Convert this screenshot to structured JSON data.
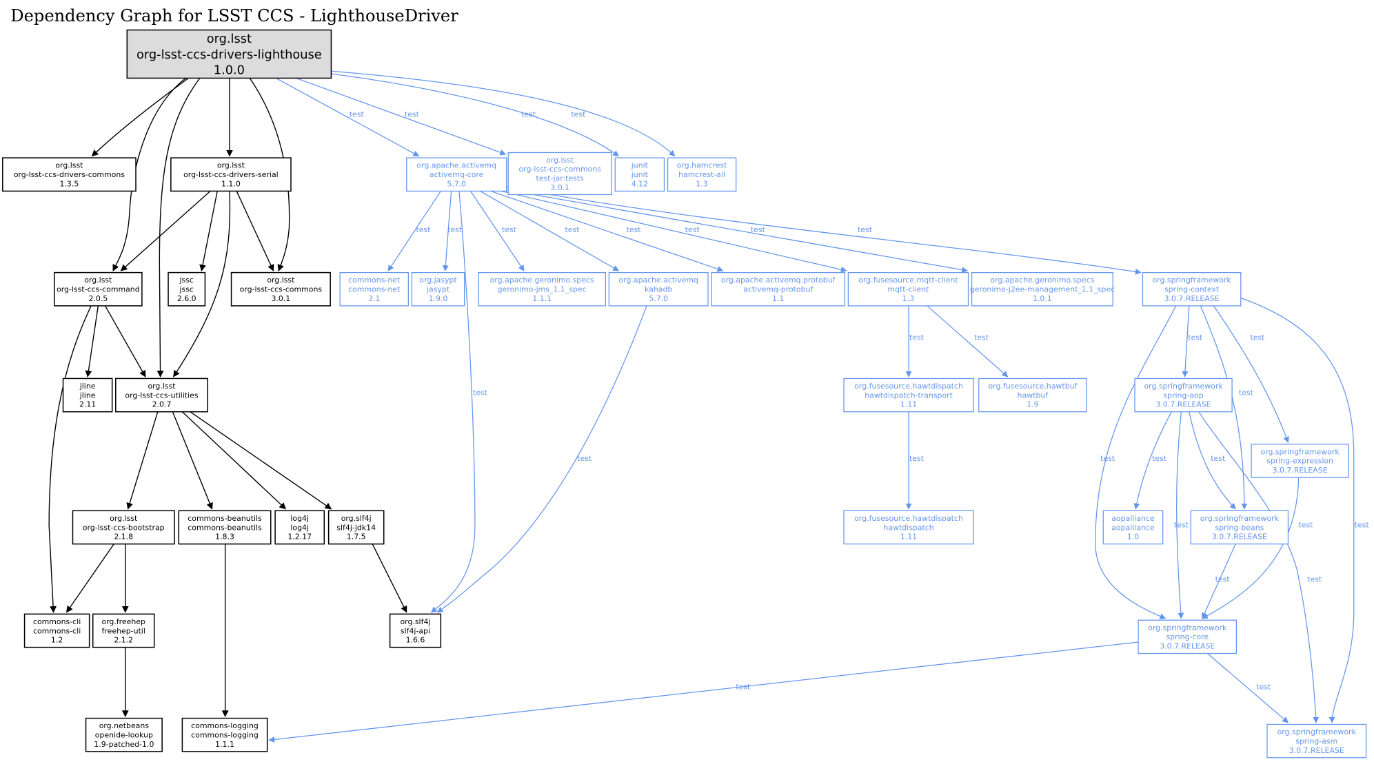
{
  "title": "Dependency Graph for LSST CCS - LighthouseDriver",
  "colors": {
    "compile": "#000000",
    "test": "#6495ed",
    "root_fill": "#dcdcdc"
  },
  "nodes": [
    {
      "id": "root",
      "lines": [
        "org.lsst",
        "org-lsst-ccs-drivers-lighthouse",
        "1.0.0"
      ],
      "scope": "root"
    },
    {
      "id": "drivers-commons",
      "lines": [
        "org.lsst",
        "org-lsst-ccs-drivers-commons",
        "1.3.5"
      ],
      "scope": "compile"
    },
    {
      "id": "drivers-serial",
      "lines": [
        "org.lsst",
        "org-lsst-ccs-drivers-serial",
        "1.1.0"
      ],
      "scope": "compile"
    },
    {
      "id": "ccs-command",
      "lines": [
        "org.lsst",
        "org-lsst-ccs-command",
        "2.0.5"
      ],
      "scope": "compile"
    },
    {
      "id": "jssc",
      "lines": [
        "jssc",
        "jssc",
        "2.6.0"
      ],
      "scope": "compile"
    },
    {
      "id": "ccs-commons",
      "lines": [
        "org.lsst",
        "org-lsst-ccs-commons",
        "3.0.1"
      ],
      "scope": "compile"
    },
    {
      "id": "jline",
      "lines": [
        "jline",
        "jline",
        "2.11"
      ],
      "scope": "compile"
    },
    {
      "id": "ccs-utilities",
      "lines": [
        "org.lsst",
        "org-lsst-ccs-utilities",
        "2.0.7"
      ],
      "scope": "compile"
    },
    {
      "id": "ccs-bootstrap",
      "lines": [
        "org.lsst",
        "org-lsst-ccs-bootstrap",
        "2.1.8"
      ],
      "scope": "compile"
    },
    {
      "id": "beanutils",
      "lines": [
        "commons-beanutils",
        "commons-beanutils",
        "1.8.3"
      ],
      "scope": "compile"
    },
    {
      "id": "log4j",
      "lines": [
        "log4j",
        "log4j",
        "1.2.17"
      ],
      "scope": "compile"
    },
    {
      "id": "slf4j-jdk14",
      "lines": [
        "org.slf4j",
        "slf4j-jdk14",
        "1.7.5"
      ],
      "scope": "compile"
    },
    {
      "id": "commons-cli",
      "lines": [
        "commons-cli",
        "commons-cli",
        "1.2"
      ],
      "scope": "compile"
    },
    {
      "id": "freehep",
      "lines": [
        "org.freehep",
        "freehep-util",
        "2.1.2"
      ],
      "scope": "compile"
    },
    {
      "id": "slf4j-api",
      "lines": [
        "org.slf4j",
        "slf4j-api",
        "1.6.6"
      ],
      "scope": "compile"
    },
    {
      "id": "netbeans",
      "lines": [
        "org.netbeans",
        "openide-lookup",
        "1.9-patched-1.0"
      ],
      "scope": "compile"
    },
    {
      "id": "commons-logging",
      "lines": [
        "commons-logging",
        "commons-logging",
        "1.1.1"
      ],
      "scope": "compile"
    },
    {
      "id": "activemq-core",
      "lines": [
        "org.apache.activemq",
        "activemq-core",
        "5.7.0"
      ],
      "scope": "test"
    },
    {
      "id": "ccs-commons-tests",
      "lines": [
        "org.lsst",
        "org-lsst-ccs-commons",
        "test-jar:tests",
        "3.0.1"
      ],
      "scope": "test"
    },
    {
      "id": "junit",
      "lines": [
        "junit",
        "junit",
        "4.12"
      ],
      "scope": "test"
    },
    {
      "id": "hamcrest",
      "lines": [
        "org.hamcrest",
        "hamcrest-all",
        "1.3"
      ],
      "scope": "test"
    },
    {
      "id": "commons-net",
      "lines": [
        "commons-net",
        "commons-net",
        "3.1"
      ],
      "scope": "test"
    },
    {
      "id": "jasypt",
      "lines": [
        "org.jasypt",
        "jasypt",
        "1.9.0"
      ],
      "scope": "test"
    },
    {
      "id": "geronimo-jms",
      "lines": [
        "org.apache.geronimo.specs",
        "geronimo-jms_1.1_spec",
        "1.1.1"
      ],
      "scope": "test"
    },
    {
      "id": "kahadb",
      "lines": [
        "org.apache.activemq",
        "kahadb",
        "5.7.0"
      ],
      "scope": "test"
    },
    {
      "id": "protobuf",
      "lines": [
        "org.apache.activemq.protobuf",
        "activemq-protobuf",
        "1.1"
      ],
      "scope": "test"
    },
    {
      "id": "mqtt-client",
      "lines": [
        "org.fusesource.mqtt-client",
        "mqtt-client",
        "1.3"
      ],
      "scope": "test"
    },
    {
      "id": "geronimo-j2ee",
      "lines": [
        "org.apache.geronimo.specs",
        "geronimo-j2ee-management_1.1_spec",
        "1.0.1"
      ],
      "scope": "test"
    },
    {
      "id": "spring-context",
      "lines": [
        "org.springframework",
        "spring-context",
        "3.0.7.RELEASE"
      ],
      "scope": "test"
    },
    {
      "id": "hawtdispatch-transport",
      "lines": [
        "org.fusesource.hawtdispatch",
        "hawtdispatch-transport",
        "1.11"
      ],
      "scope": "test"
    },
    {
      "id": "hawtbuf",
      "lines": [
        "org.fusesource.hawtbuf",
        "hawtbuf",
        "1.9"
      ],
      "scope": "test"
    },
    {
      "id": "spring-aop",
      "lines": [
        "org.springframework",
        "spring-aop",
        "3.0.7.RELEASE"
      ],
      "scope": "test"
    },
    {
      "id": "spring-expression",
      "lines": [
        "org.springframework",
        "spring-expression",
        "3.0.7.RELEASE"
      ],
      "scope": "test"
    },
    {
      "id": "hawtdispatch",
      "lines": [
        "org.fusesource.hawtdispatch",
        "hawtdispatch",
        "1.11"
      ],
      "scope": "test"
    },
    {
      "id": "aopalliance",
      "lines": [
        "aopalliance",
        "aopalliance",
        "1.0"
      ],
      "scope": "test"
    },
    {
      "id": "spring-beans",
      "lines": [
        "org.springframework",
        "spring-beans",
        "3.0.7.RELEASE"
      ],
      "scope": "test"
    },
    {
      "id": "spring-core",
      "lines": [
        "org.springframework",
        "spring-core",
        "3.0.7.RELEASE"
      ],
      "scope": "test"
    },
    {
      "id": "spring-asm",
      "lines": [
        "org.springframework",
        "spring-asm",
        "3.0.7.RELEASE"
      ],
      "scope": "test"
    }
  ],
  "edges": [
    {
      "from": "root",
      "to": "drivers-commons",
      "label": ""
    },
    {
      "from": "root",
      "to": "ccs-command",
      "label": ""
    },
    {
      "from": "root",
      "to": "ccs-utilities",
      "label": ""
    },
    {
      "from": "root",
      "to": "drivers-serial",
      "label": ""
    },
    {
      "from": "root",
      "to": "ccs-commons",
      "label": ""
    },
    {
      "from": "drivers-serial",
      "to": "ccs-command",
      "label": ""
    },
    {
      "from": "drivers-serial",
      "to": "jssc",
      "label": ""
    },
    {
      "from": "drivers-serial",
      "to": "ccs-commons",
      "label": ""
    },
    {
      "from": "drivers-serial",
      "to": "ccs-utilities",
      "label": ""
    },
    {
      "from": "ccs-command",
      "to": "jline",
      "label": ""
    },
    {
      "from": "ccs-command",
      "to": "ccs-utilities",
      "label": ""
    },
    {
      "from": "ccs-command",
      "to": "commons-cli",
      "label": ""
    },
    {
      "from": "ccs-utilities",
      "to": "ccs-bootstrap",
      "label": ""
    },
    {
      "from": "ccs-utilities",
      "to": "beanutils",
      "label": ""
    },
    {
      "from": "ccs-utilities",
      "to": "log4j",
      "label": ""
    },
    {
      "from": "ccs-utilities",
      "to": "slf4j-jdk14",
      "label": ""
    },
    {
      "from": "ccs-bootstrap",
      "to": "commons-cli",
      "label": ""
    },
    {
      "from": "ccs-bootstrap",
      "to": "freehep",
      "label": ""
    },
    {
      "from": "beanutils",
      "to": "commons-logging",
      "label": ""
    },
    {
      "from": "slf4j-jdk14",
      "to": "slf4j-api",
      "label": ""
    },
    {
      "from": "freehep",
      "to": "netbeans",
      "label": ""
    },
    {
      "from": "root",
      "to": "activemq-core",
      "label": "test"
    },
    {
      "from": "root",
      "to": "ccs-commons-tests",
      "label": "test"
    },
    {
      "from": "root",
      "to": "junit",
      "label": "test"
    },
    {
      "from": "root",
      "to": "hamcrest",
      "label": "test"
    },
    {
      "from": "activemq-core",
      "to": "commons-net",
      "label": "test"
    },
    {
      "from": "activemq-core",
      "to": "jasypt",
      "label": "test"
    },
    {
      "from": "activemq-core",
      "to": "geronimo-jms",
      "label": "test"
    },
    {
      "from": "activemq-core",
      "to": "kahadb",
      "label": "test"
    },
    {
      "from": "activemq-core",
      "to": "protobuf",
      "label": "test"
    },
    {
      "from": "activemq-core",
      "to": "mqtt-client",
      "label": "test"
    },
    {
      "from": "activemq-core",
      "to": "geronimo-j2ee",
      "label": "test"
    },
    {
      "from": "activemq-core",
      "to": "spring-context",
      "label": "test"
    },
    {
      "from": "activemq-core",
      "to": "slf4j-api",
      "label": "test"
    },
    {
      "from": "kahadb",
      "to": "slf4j-api",
      "label": "test"
    },
    {
      "from": "mqtt-client",
      "to": "hawtdispatch-transport",
      "label": "test"
    },
    {
      "from": "mqtt-client",
      "to": "hawtbuf",
      "label": "test"
    },
    {
      "from": "hawtdispatch-transport",
      "to": "hawtdispatch",
      "label": "test"
    },
    {
      "from": "spring-context",
      "to": "spring-aop",
      "label": "test"
    },
    {
      "from": "spring-context",
      "to": "spring-beans",
      "label": "test"
    },
    {
      "from": "spring-context",
      "to": "spring-expression",
      "label": "test"
    },
    {
      "from": "spring-context",
      "to": "spring-core",
      "label": "test"
    },
    {
      "from": "spring-context",
      "to": "spring-asm",
      "label": "test"
    },
    {
      "from": "spring-aop",
      "to": "aopalliance",
      "label": "test"
    },
    {
      "from": "spring-aop",
      "to": "spring-core",
      "label": "test"
    },
    {
      "from": "spring-aop",
      "to": "spring-beans",
      "label": "test"
    },
    {
      "from": "spring-aop",
      "to": "spring-asm",
      "label": "test"
    },
    {
      "from": "spring-expression",
      "to": "spring-core",
      "label": "test"
    },
    {
      "from": "spring-beans",
      "to": "spring-core",
      "label": "test"
    },
    {
      "from": "spring-core",
      "to": "commons-logging",
      "label": "test"
    },
    {
      "from": "spring-core",
      "to": "spring-asm",
      "label": "test"
    }
  ]
}
